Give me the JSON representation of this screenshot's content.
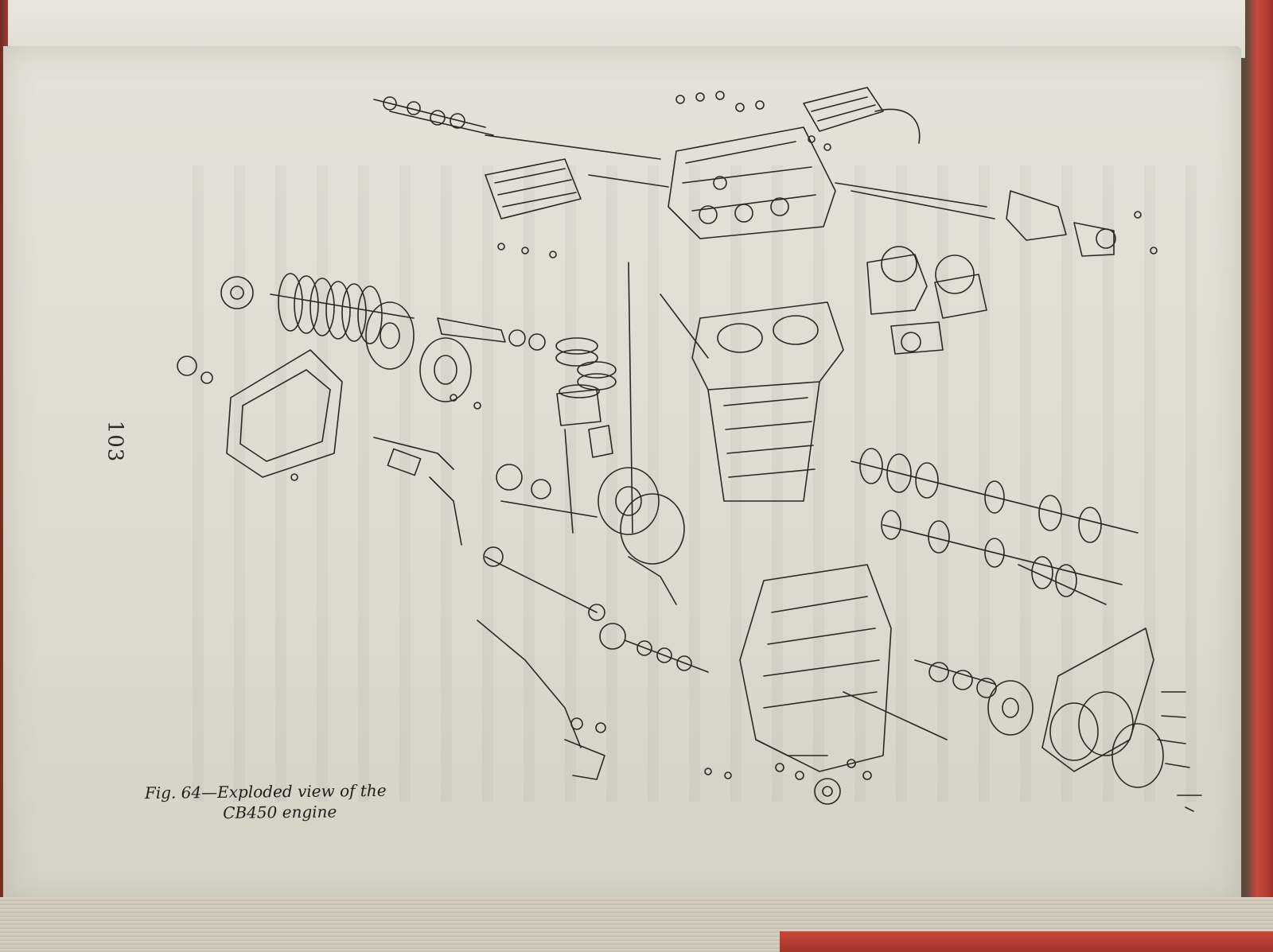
{
  "book": {
    "page_number": "103",
    "figure_caption_line1": "Fig. 64—Exploded view of the",
    "figure_caption_line2": "CB450 engine"
  },
  "colors": {
    "paper": "#e0ddd3",
    "ink": "#1f1d1a",
    "cover_red": "#c64739"
  },
  "illustration": {
    "icon": "exploded-engine-drawing-icon"
  }
}
